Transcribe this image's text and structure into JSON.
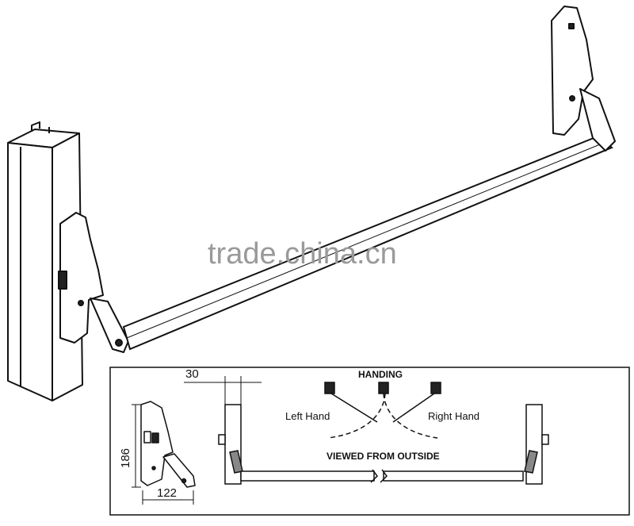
{
  "watermark": "trade.china.cn",
  "inset": {
    "handing_title": "HANDING",
    "left_hand": "Left Hand",
    "right_hand": "Right Hand",
    "viewed_from": "VIEWED FROM OUTSIDE",
    "dim_height": "186",
    "dim_width": "122",
    "dim_offset": "30"
  }
}
